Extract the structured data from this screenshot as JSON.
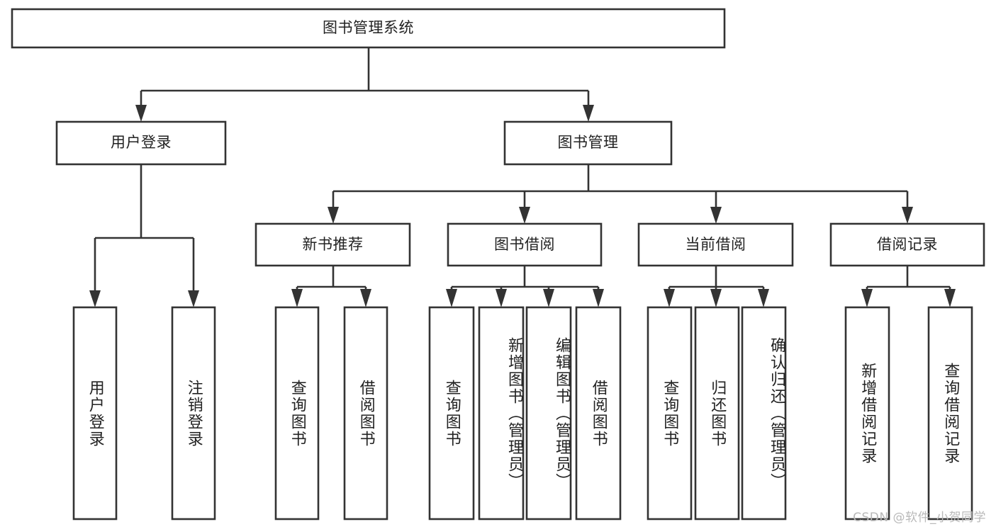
{
  "diagram": {
    "type": "tree-hierarchy-diagram",
    "title": "图书管理系统",
    "colors": {
      "background": "#ffffff",
      "box_fill": "#ffffff",
      "stroke": "#333333",
      "text": "#222222",
      "watermark": "#b9b9b9"
    },
    "root": {
      "id": "root",
      "label": "图书管理系统",
      "orientation": "horizontal"
    },
    "level2": [
      {
        "id": "user-login",
        "label": "用户登录",
        "orientation": "horizontal"
      },
      {
        "id": "book-management",
        "label": "图书管理",
        "orientation": "horizontal"
      }
    ],
    "level3": [
      {
        "id": "new-book-recommend",
        "label": "新书推荐",
        "orientation": "horizontal",
        "parent": "book-management"
      },
      {
        "id": "book-borrow",
        "label": "图书借阅",
        "orientation": "horizontal",
        "parent": "book-management"
      },
      {
        "id": "current-borrow",
        "label": "当前借阅",
        "orientation": "horizontal",
        "parent": "book-management"
      },
      {
        "id": "borrow-record",
        "label": "借阅记录",
        "orientation": "horizontal",
        "parent": "book-management"
      }
    ],
    "leaves": [
      {
        "id": "leaf-user-login",
        "label": "用户登录",
        "orientation": "vertical",
        "parent": "user-login"
      },
      {
        "id": "leaf-user-logout",
        "label": "注销登录",
        "orientation": "vertical",
        "parent": "user-login"
      },
      {
        "id": "leaf-query-book-1",
        "label": "查询图书",
        "orientation": "vertical",
        "parent": "new-book-recommend"
      },
      {
        "id": "leaf-borrow-book-1",
        "label": "借阅图书",
        "orientation": "vertical",
        "parent": "new-book-recommend"
      },
      {
        "id": "leaf-query-book-2",
        "label": "查询图书",
        "orientation": "vertical",
        "parent": "book-borrow"
      },
      {
        "id": "leaf-add-book",
        "label": "新增图书（管理员）",
        "orientation": "vertical",
        "parent": "book-borrow"
      },
      {
        "id": "leaf-edit-book",
        "label": "编辑图书（管理员）",
        "orientation": "vertical",
        "parent": "book-borrow"
      },
      {
        "id": "leaf-borrow-book-2",
        "label": "借阅图书",
        "orientation": "vertical",
        "parent": "book-borrow"
      },
      {
        "id": "leaf-query-book-3",
        "label": "查询图书",
        "orientation": "vertical",
        "parent": "current-borrow"
      },
      {
        "id": "leaf-return-book",
        "label": "归还图书",
        "orientation": "vertical",
        "parent": "current-borrow"
      },
      {
        "id": "leaf-confirm-return",
        "label": "确认归还（管理员）",
        "orientation": "vertical",
        "parent": "current-borrow"
      },
      {
        "id": "leaf-add-record",
        "label": "新增借阅记录",
        "orientation": "vertical",
        "parent": "borrow-record"
      },
      {
        "id": "leaf-query-record",
        "label": "查询借阅记录",
        "orientation": "vertical",
        "parent": "borrow-record"
      }
    ],
    "watermark": "CSDN @软件_小贺同学"
  }
}
